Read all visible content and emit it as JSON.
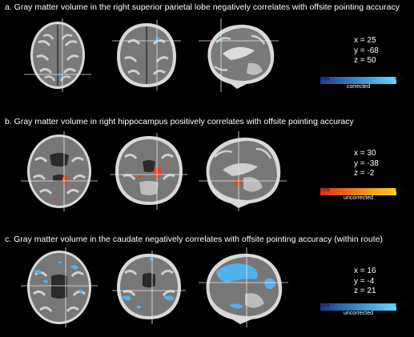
{
  "panels": [
    {
      "title": "a. Gray matter volume in the right superior parietal lobe negatively correlates with offsite pointing accuracy",
      "coords": {
        "x": "x = 25",
        "y": "y = -68",
        "z": "z = 50"
      },
      "colorbar": {
        "low": "0.05",
        "high": "0.01",
        "label": "corrected",
        "from": "#1f3a8f",
        "to": "#5fd8ff"
      },
      "blob_color": "#3aa6e8"
    },
    {
      "title": "b. Gray matter volume in right hippocampus positively correlates with offsite pointing accuracy",
      "coords": {
        "x": "x = 30",
        "y": "y = -38",
        "z": "z = -2"
      },
      "colorbar": {
        "low": "0.05",
        "high": "0.01",
        "label": "uncorrected",
        "from": "#e0301a",
        "to": "#ffd21a"
      },
      "blob_color": "#e8401e"
    },
    {
      "title": "c. Gray matter volume in the caudate negatively correlates with offsite pointing accuracy (within route)",
      "coords": {
        "x": "x = 16",
        "y": "y = -4",
        "z": "z = 21"
      },
      "colorbar": {
        "low": "0.05",
        "high": "0.01",
        "label": "uncorrected",
        "from": "#1f3a8f",
        "to": "#5fd8ff"
      },
      "blob_color": "#4fb2ee"
    }
  ]
}
